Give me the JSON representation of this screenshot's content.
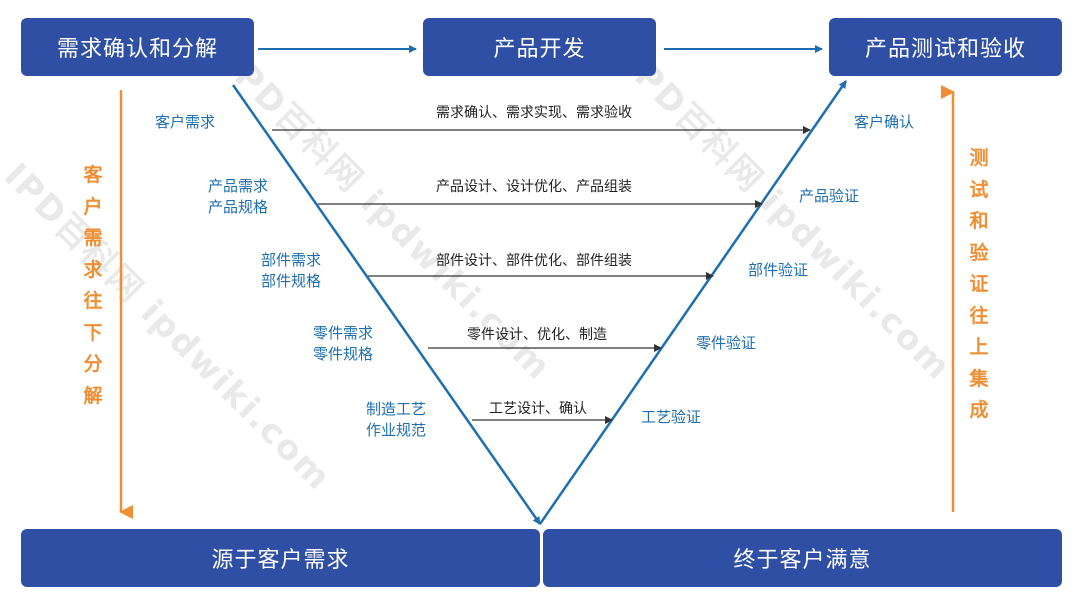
{
  "top_boxes": {
    "left": "需求确认和分解",
    "middle": "产品开发",
    "right": "产品测试和验收"
  },
  "bottom_boxes": {
    "left": "源于客户需求",
    "right": "终于客户满意"
  },
  "side_labels": {
    "left": "客户需求往下分解",
    "right": "测试和验证往上集成"
  },
  "levels": [
    {
      "left": "客户需求",
      "flow": "需求确认、需求实现、需求验收",
      "right": "客户确认"
    },
    {
      "left": "产品需求\n产品规格",
      "flow": "产品设计、设计优化、产品组装",
      "right": "产品验证"
    },
    {
      "left": "部件需求\n部件规格",
      "flow": "部件设计、部件优化、部件组装",
      "right": "部件验证"
    },
    {
      "left": "零件需求\n零件规格",
      "flow": "零件设计、优化、制造",
      "right": "零件验证"
    },
    {
      "left": "制造工艺\n作业规范",
      "flow": "工艺设计、确认",
      "right": "工艺验证"
    }
  ],
  "watermark": "IPD百科网  ipdwiki.com",
  "colors": {
    "box": "#2f4fa5",
    "v_line": "#1f6fb0",
    "side_arrow": "#ef8f35",
    "text_blue": "#1f6fb0"
  }
}
